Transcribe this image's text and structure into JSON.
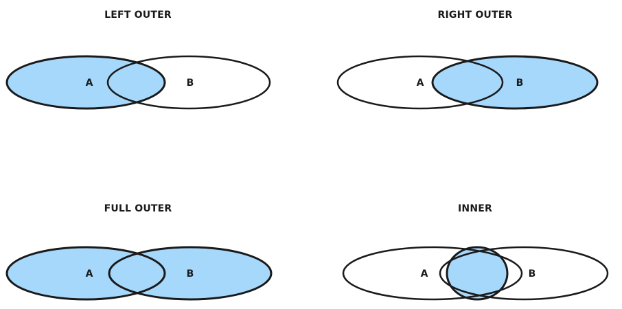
{
  "colors": {
    "fill": "#a6d8fc",
    "stroke": "#1a1a1a",
    "background": "#ffffff"
  },
  "diagrams": [
    {
      "title": "LEFT OUTER",
      "label_a": "A",
      "label_b": "B",
      "highlight": "left"
    },
    {
      "title": "RIGHT OUTER",
      "label_a": "A",
      "label_b": "B",
      "highlight": "right"
    },
    {
      "title": "FULL OUTER",
      "label_a": "A",
      "label_b": "B",
      "highlight": "full"
    },
    {
      "title": "INNER",
      "label_a": "A",
      "label_b": "B",
      "highlight": "inner"
    }
  ]
}
